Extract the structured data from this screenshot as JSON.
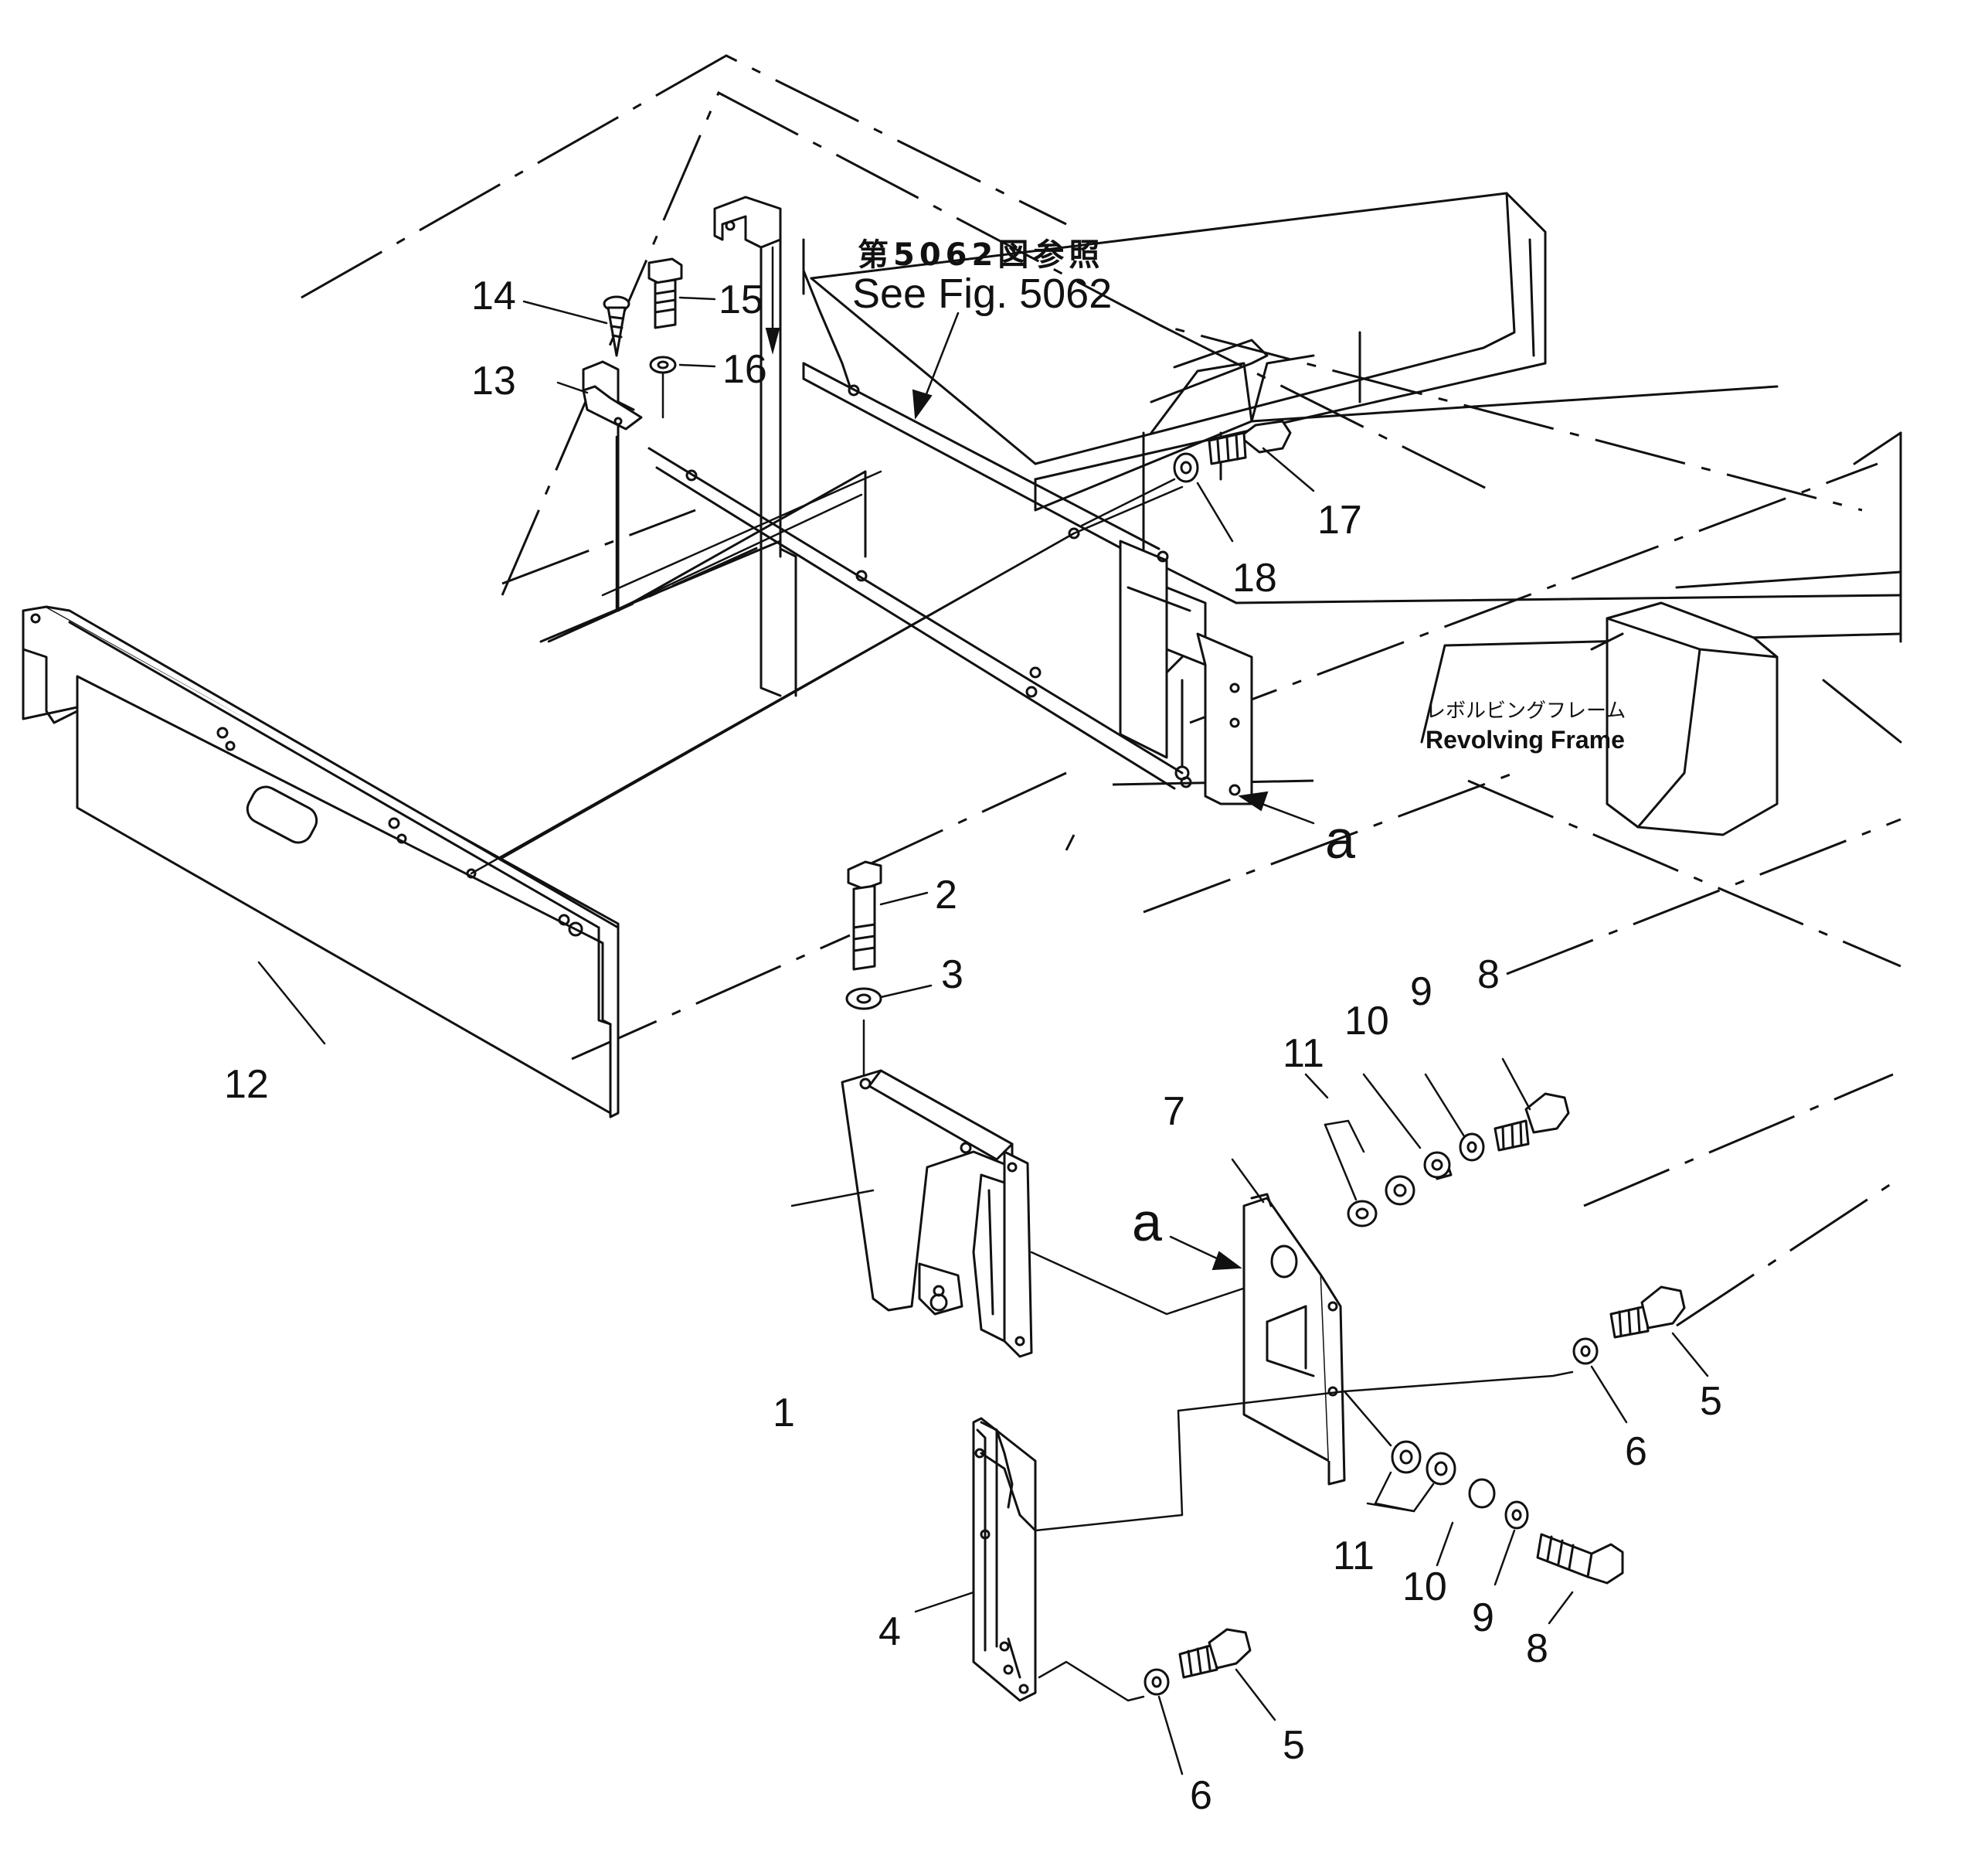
{
  "reference": {
    "ja": "第5062図参照",
    "en": "See Fig. 5062"
  },
  "frame": {
    "ja": "レボルビングフレーム",
    "en": "Revolving  Frame"
  },
  "view_marker": "a",
  "callouts": [
    "1",
    "2",
    "3",
    "4",
    "5",
    "5",
    "6",
    "6",
    "7",
    "8",
    "8",
    "9",
    "9",
    "10",
    "10",
    "11",
    "11",
    "12",
    "13",
    "14",
    "15",
    "16",
    "17",
    "18"
  ]
}
